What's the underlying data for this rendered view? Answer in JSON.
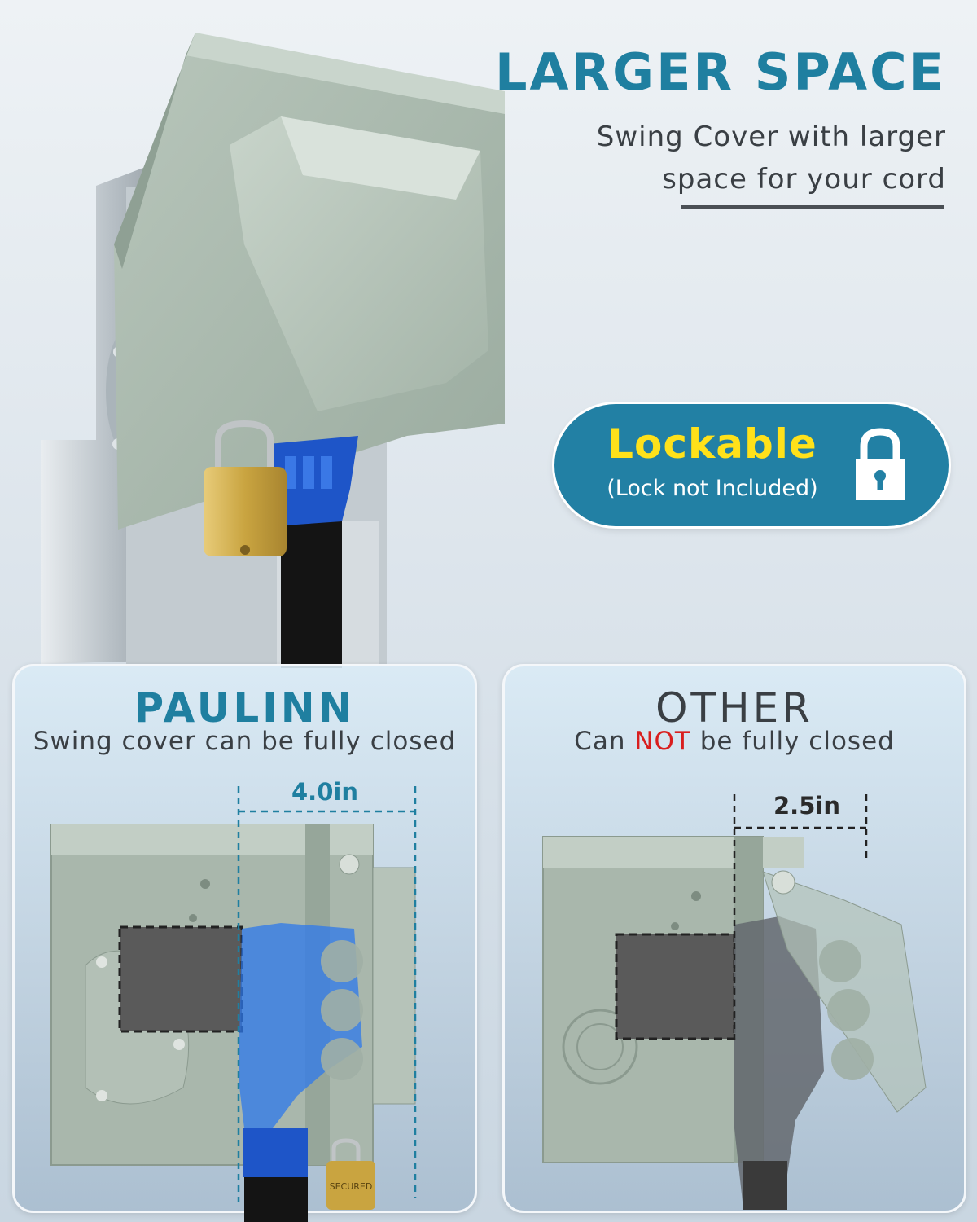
{
  "headline": {
    "title": "LARGER SPACE",
    "subtitle_line1": "Swing Cover with larger",
    "subtitle_line2": "space for your cord"
  },
  "lock_badge": {
    "title": "Lockable",
    "subtitle": "(Lock not Included)",
    "icon": "padlock-icon"
  },
  "comparison": {
    "left": {
      "title": "PAULINN",
      "subtitle": "Swing cover can be fully closed",
      "dimension": "4.0in"
    },
    "right": {
      "title": "OTHER",
      "subtitle_pre": "Can ",
      "subtitle_emph": "NOT",
      "subtitle_post": " be fully closed",
      "dimension": "2.5in"
    }
  },
  "padlock_text": "SECURED",
  "colors": {
    "accent_blue": "#1f7fa0",
    "pill_blue": "#2280a4",
    "highlight_yellow": "#ffe11a",
    "negative_red": "#d91e1e",
    "enclosure_gray": "#a9b7ac",
    "cord_connector_blue": "#1e55c8"
  }
}
